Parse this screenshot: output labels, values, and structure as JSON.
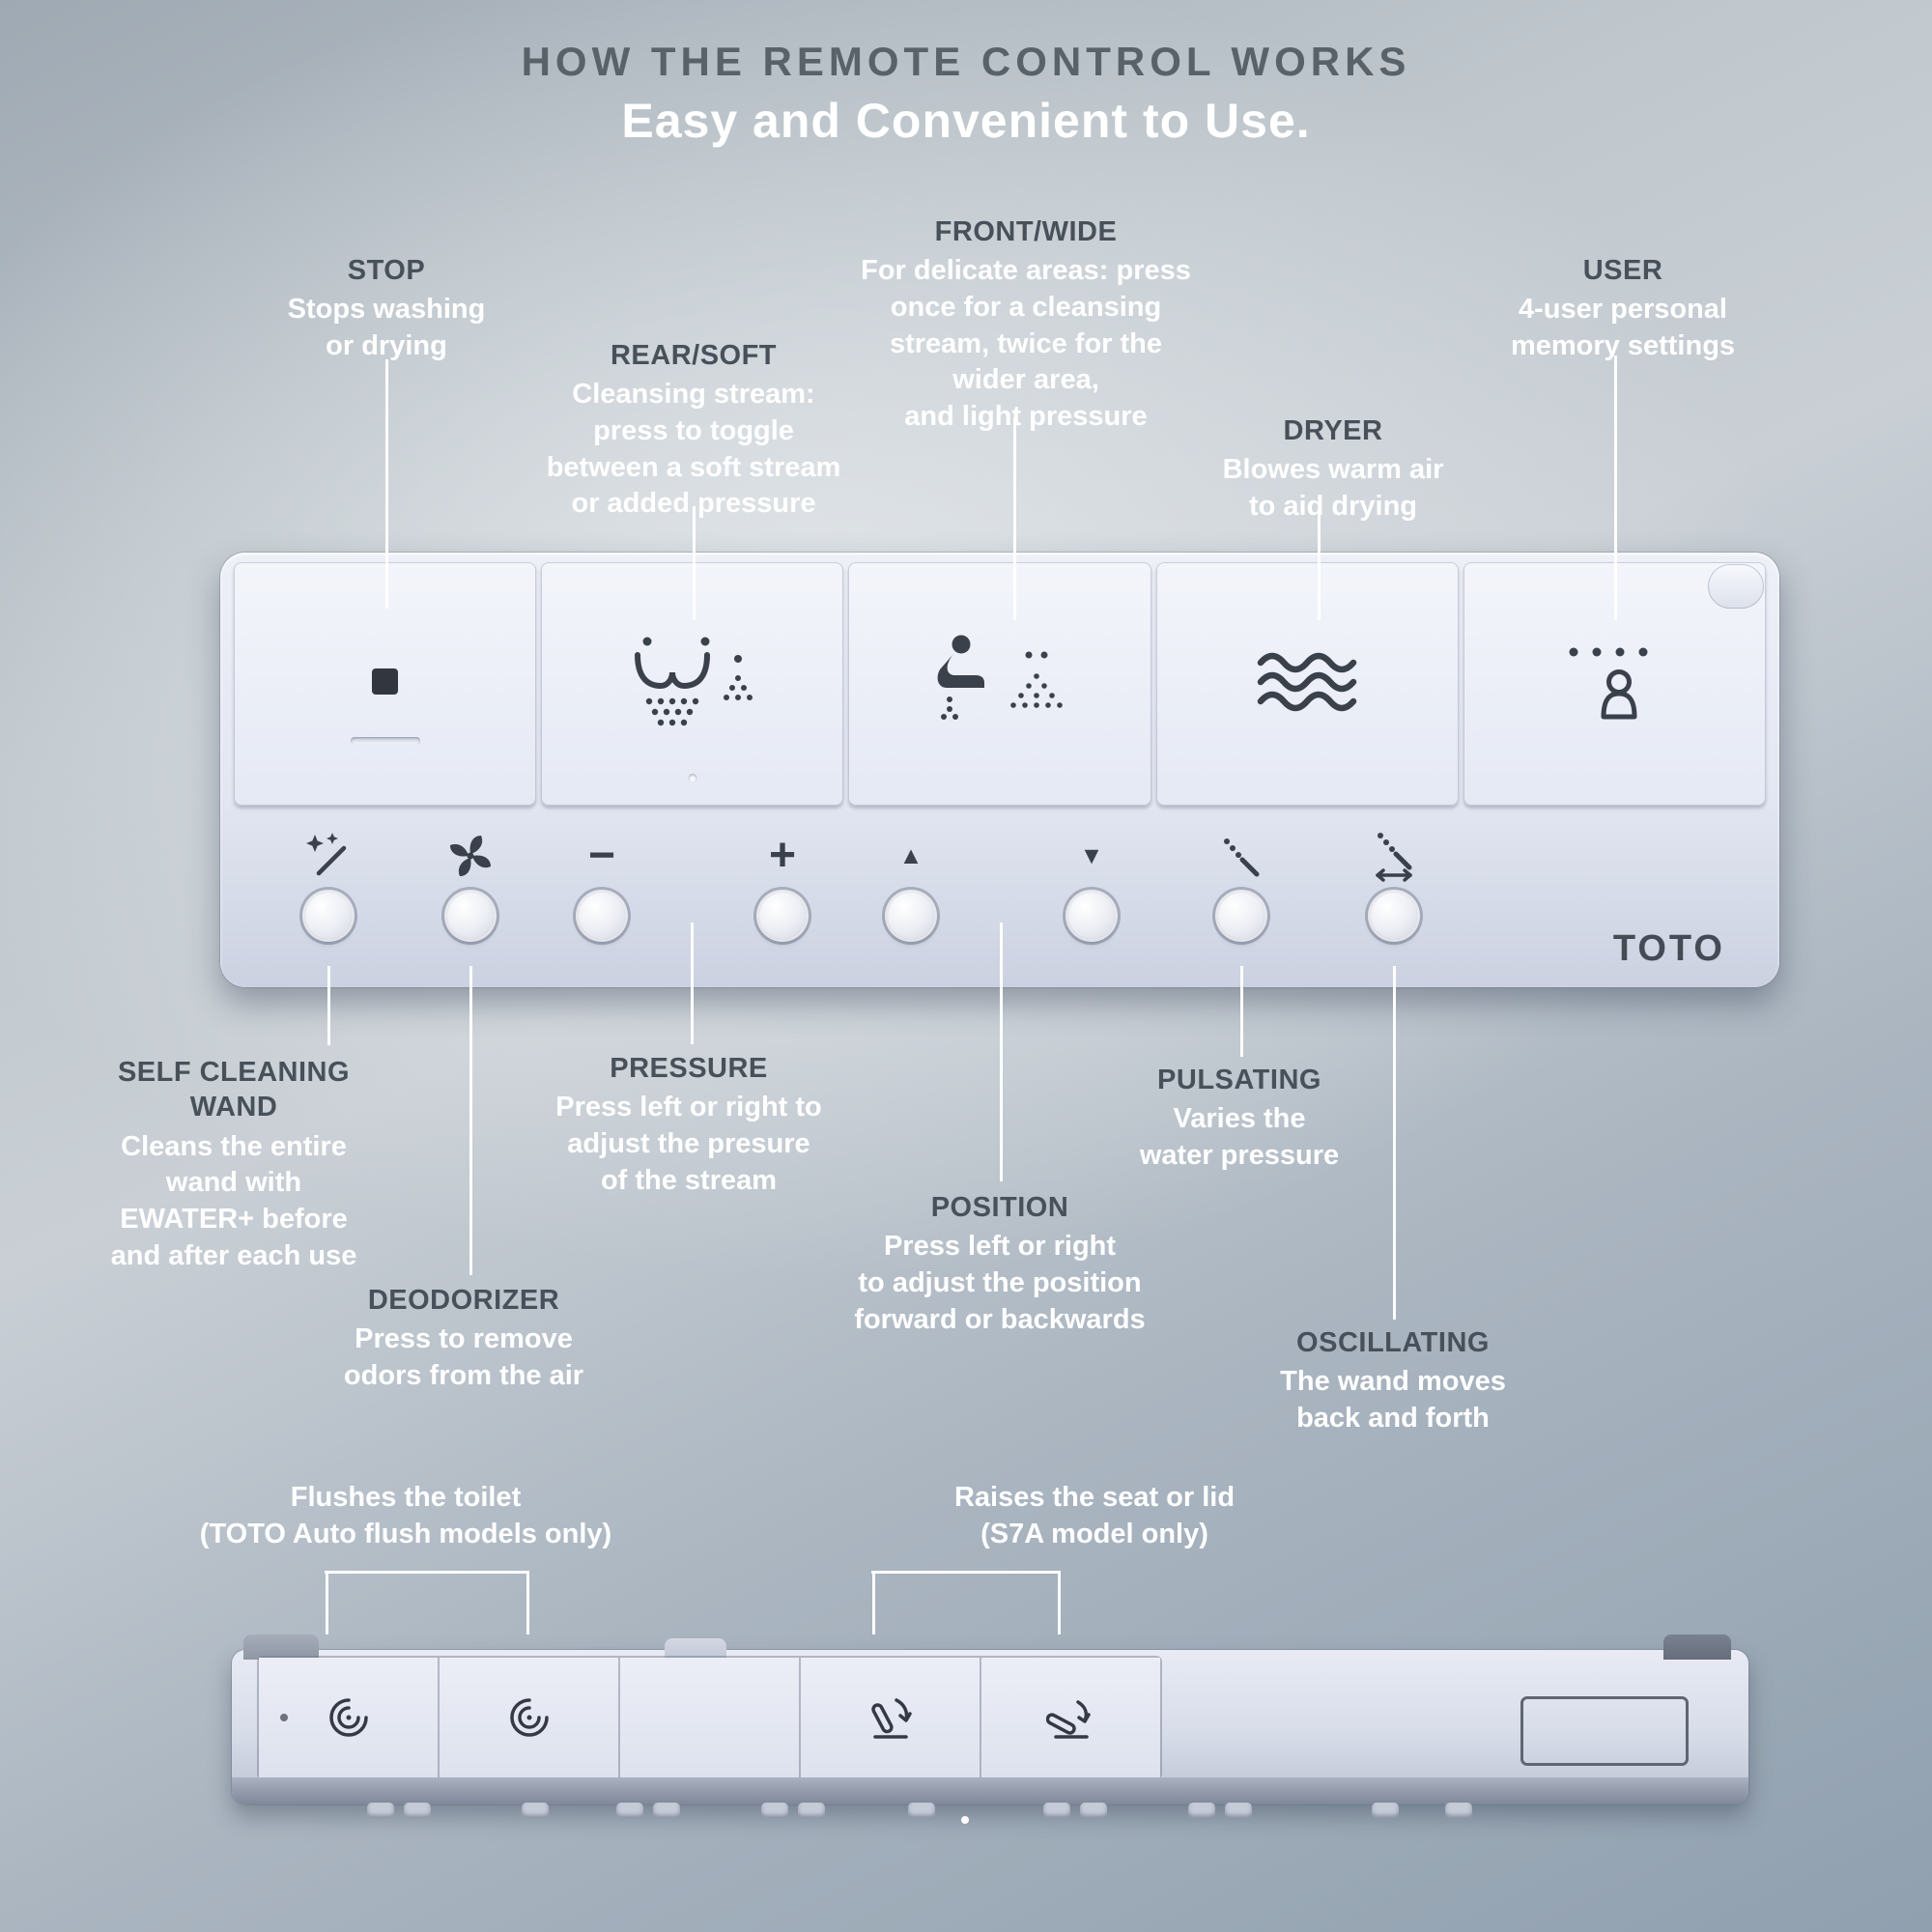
{
  "page": {
    "title": "HOW THE REMOTE CONTROL WORKS",
    "subtitle": "Easy and Convenient to Use."
  },
  "remote": {
    "brand": "TOTO",
    "big_buttons": [
      "stop",
      "rear-soft",
      "front-wide",
      "dryer",
      "user"
    ],
    "small_buttons": [
      "self-cleaning-wand",
      "deodorizer",
      "pressure-minus",
      "pressure-plus",
      "position-forward",
      "position-backward",
      "pulsating",
      "oscillating"
    ],
    "side_buttons": [
      "auto-flush",
      "auto-flush-light",
      "blank-panel",
      "seat-raise",
      "lid-raise"
    ]
  },
  "callouts": {
    "stop": {
      "title": "STOP",
      "desc": "Stops washing\nor drying"
    },
    "rear_soft": {
      "title": "REAR/SOFT",
      "desc": "Cleansing stream:\npress to toggle\nbetween a soft stream\nor added pressure"
    },
    "front_wide": {
      "title": "FRONT/WIDE",
      "desc": "For delicate areas: press\nonce for a cleansing\nstream,  twice for the\nwider area,\nand light pressure"
    },
    "dryer": {
      "title": "DRYER",
      "desc": "Blowes warm air\nto aid drying"
    },
    "user": {
      "title": "USER",
      "desc": "4-user personal\nmemory settings"
    },
    "self_cleaning": {
      "title": "SELF CLEANING\nWAND",
      "desc": "Cleans the entire\nwand with\nEWATER+ before\nand after each use"
    },
    "deodorizer": {
      "title": "DEODORIZER",
      "desc": "Press to remove\nodors from the air"
    },
    "pressure": {
      "title": "PRESSURE",
      "desc": "Press left or right to\nadjust the presure\nof the stream"
    },
    "position": {
      "title": "POSITION",
      "desc": "Press left or right\nto adjust the position\nforward or backwards"
    },
    "pulsating": {
      "title": "PULSATING",
      "desc": "Varies the\nwater pressure"
    },
    "oscillating": {
      "title": "OSCILLATING",
      "desc": "The wand moves\nback and forth"
    }
  },
  "side_labels": {
    "flush": "Flushes the toilet\n(TOTO Auto flush models only)",
    "seat": "Raises the seat or lid\n(S7A model only)"
  },
  "icons": {
    "stop": "black-square",
    "rear_soft": "rear-cleansing-spray",
    "front_wide": "front-cleansing-spray",
    "dryer": "warm-air-waves",
    "user": "person-with-memory-dots",
    "self_cleaning_wand": "sparkle-wand",
    "deodorizer": "fan",
    "pressure_minus": "−",
    "pressure_plus": "+",
    "position_forward": "▲",
    "position_backward": "▼",
    "pulsating": "dotted-spray-wand",
    "oscillating": "spray-wand-with-arrows",
    "auto_flush": "swirl",
    "seat_lid": "seat-raise-arrow"
  },
  "colors": {
    "title_gray": "#5a6269",
    "label_dark": "#48515a",
    "text_white": "#ffffff",
    "icon_dark": "#3a414b",
    "remote_body": "#e3e7f2"
  }
}
